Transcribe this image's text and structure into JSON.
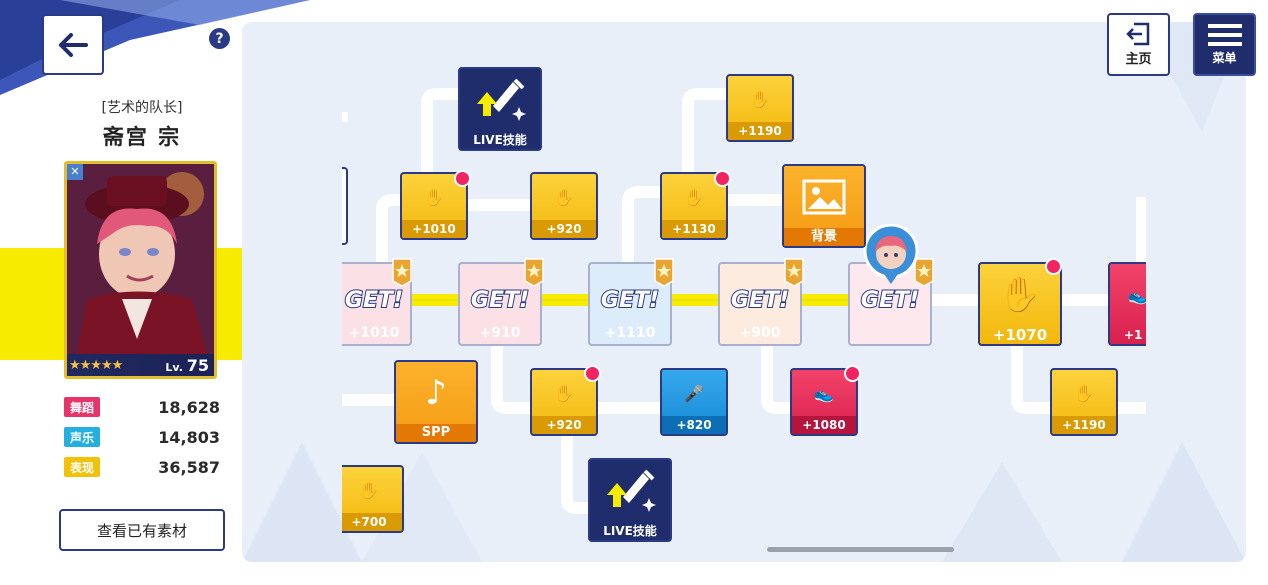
{
  "character": {
    "title": "[艺术的队长]",
    "name": "斋宫 宗",
    "level_prefix": "Lv.",
    "level": "75",
    "stars": "★★★★★"
  },
  "stats": [
    {
      "label": "舞蹈",
      "value": "18,628",
      "color": "#e8336b"
    },
    {
      "label": "声乐",
      "value": "14,803",
      "color": "#23b0e0"
    },
    {
      "label": "表现",
      "value": "36,587",
      "color": "#f2c10a"
    }
  ],
  "buttons": {
    "materials": "查看已有素材",
    "home": "主页",
    "menu": "菜单",
    "help": "?"
  },
  "tree": {
    "get_text": "GET!",
    "get_nodes": [
      "+1010",
      "+910",
      "+1110",
      "+900",
      ""
    ],
    "live_skill": "LIVE技能",
    "background": "背景",
    "spp": "SPP",
    "appeal_values": {
      "top1": "+1190",
      "mid1": "+1010",
      "mid2": "+920",
      "mid3": "+1130",
      "main": "+1070",
      "low1": "+920",
      "low_mic": "+820",
      "low_shoe": "+1080",
      "low_right": "+1190",
      "bottom": "+700",
      "edge": "+1"
    }
  },
  "colors": {
    "accent_navy": "#2b3a86",
    "path_yellow": "#f7ec00",
    "node_yellow": "#f3b80c",
    "notif_red": "#f02461"
  }
}
